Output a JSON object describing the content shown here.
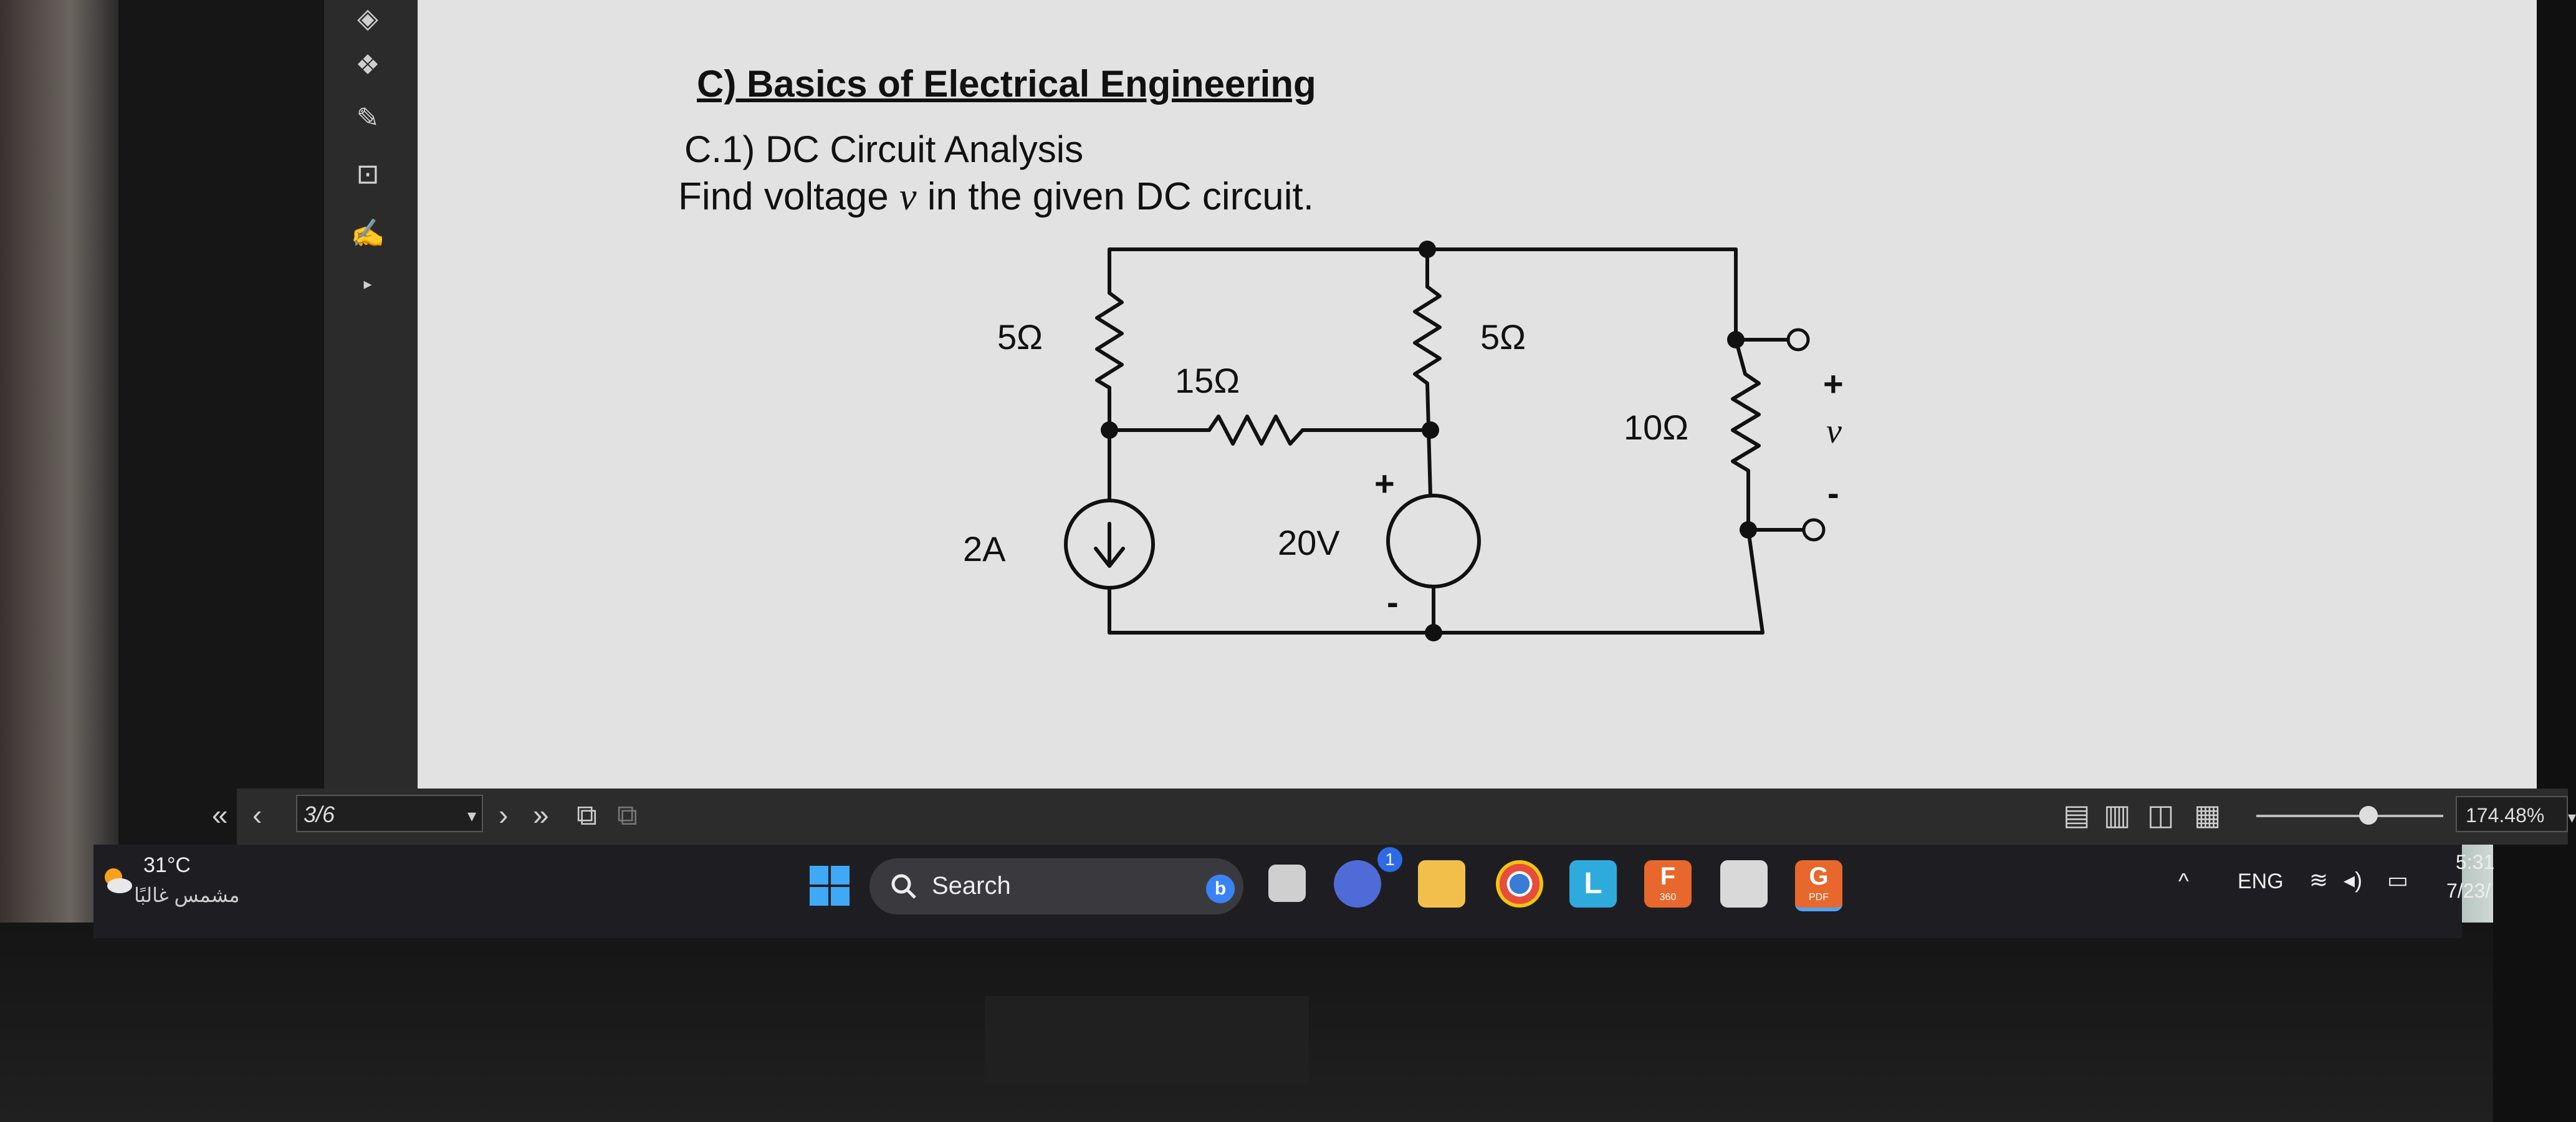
{
  "document": {
    "title": "C) Basics of Electrical Engineering",
    "subtitle": "C.1) DC Circuit Analysis",
    "question_prefix": "Find voltage",
    "question_var": "v",
    "question_suffix": "in the given DC circuit."
  },
  "circuit": {
    "r_left_top": "5Ω",
    "r_middle": "15Ω",
    "r_center": "5Ω",
    "r_right": "10Ω",
    "current_source": "2A",
    "voltage_source": "20V",
    "vs_plus": "+",
    "vs_minus": "-",
    "out_plus": "+",
    "out_var": "v",
    "out_minus": "-"
  },
  "pdf_toolbar": {
    "page_indicator": "3/6",
    "zoom": "174.48%"
  },
  "taskbar": {
    "temperature": "31°C",
    "weather_desc": "مشمس غالبًا",
    "search_label": "Search",
    "language": "ENG",
    "time": "5:31",
    "date": "7/23/",
    "badge_count": "1",
    "bing_letter": "b",
    "app_l_letter": "L",
    "app_f_letter": "F",
    "app_f_sub": "360",
    "app_g_letter": "G",
    "app_g_sub": "PDF"
  }
}
